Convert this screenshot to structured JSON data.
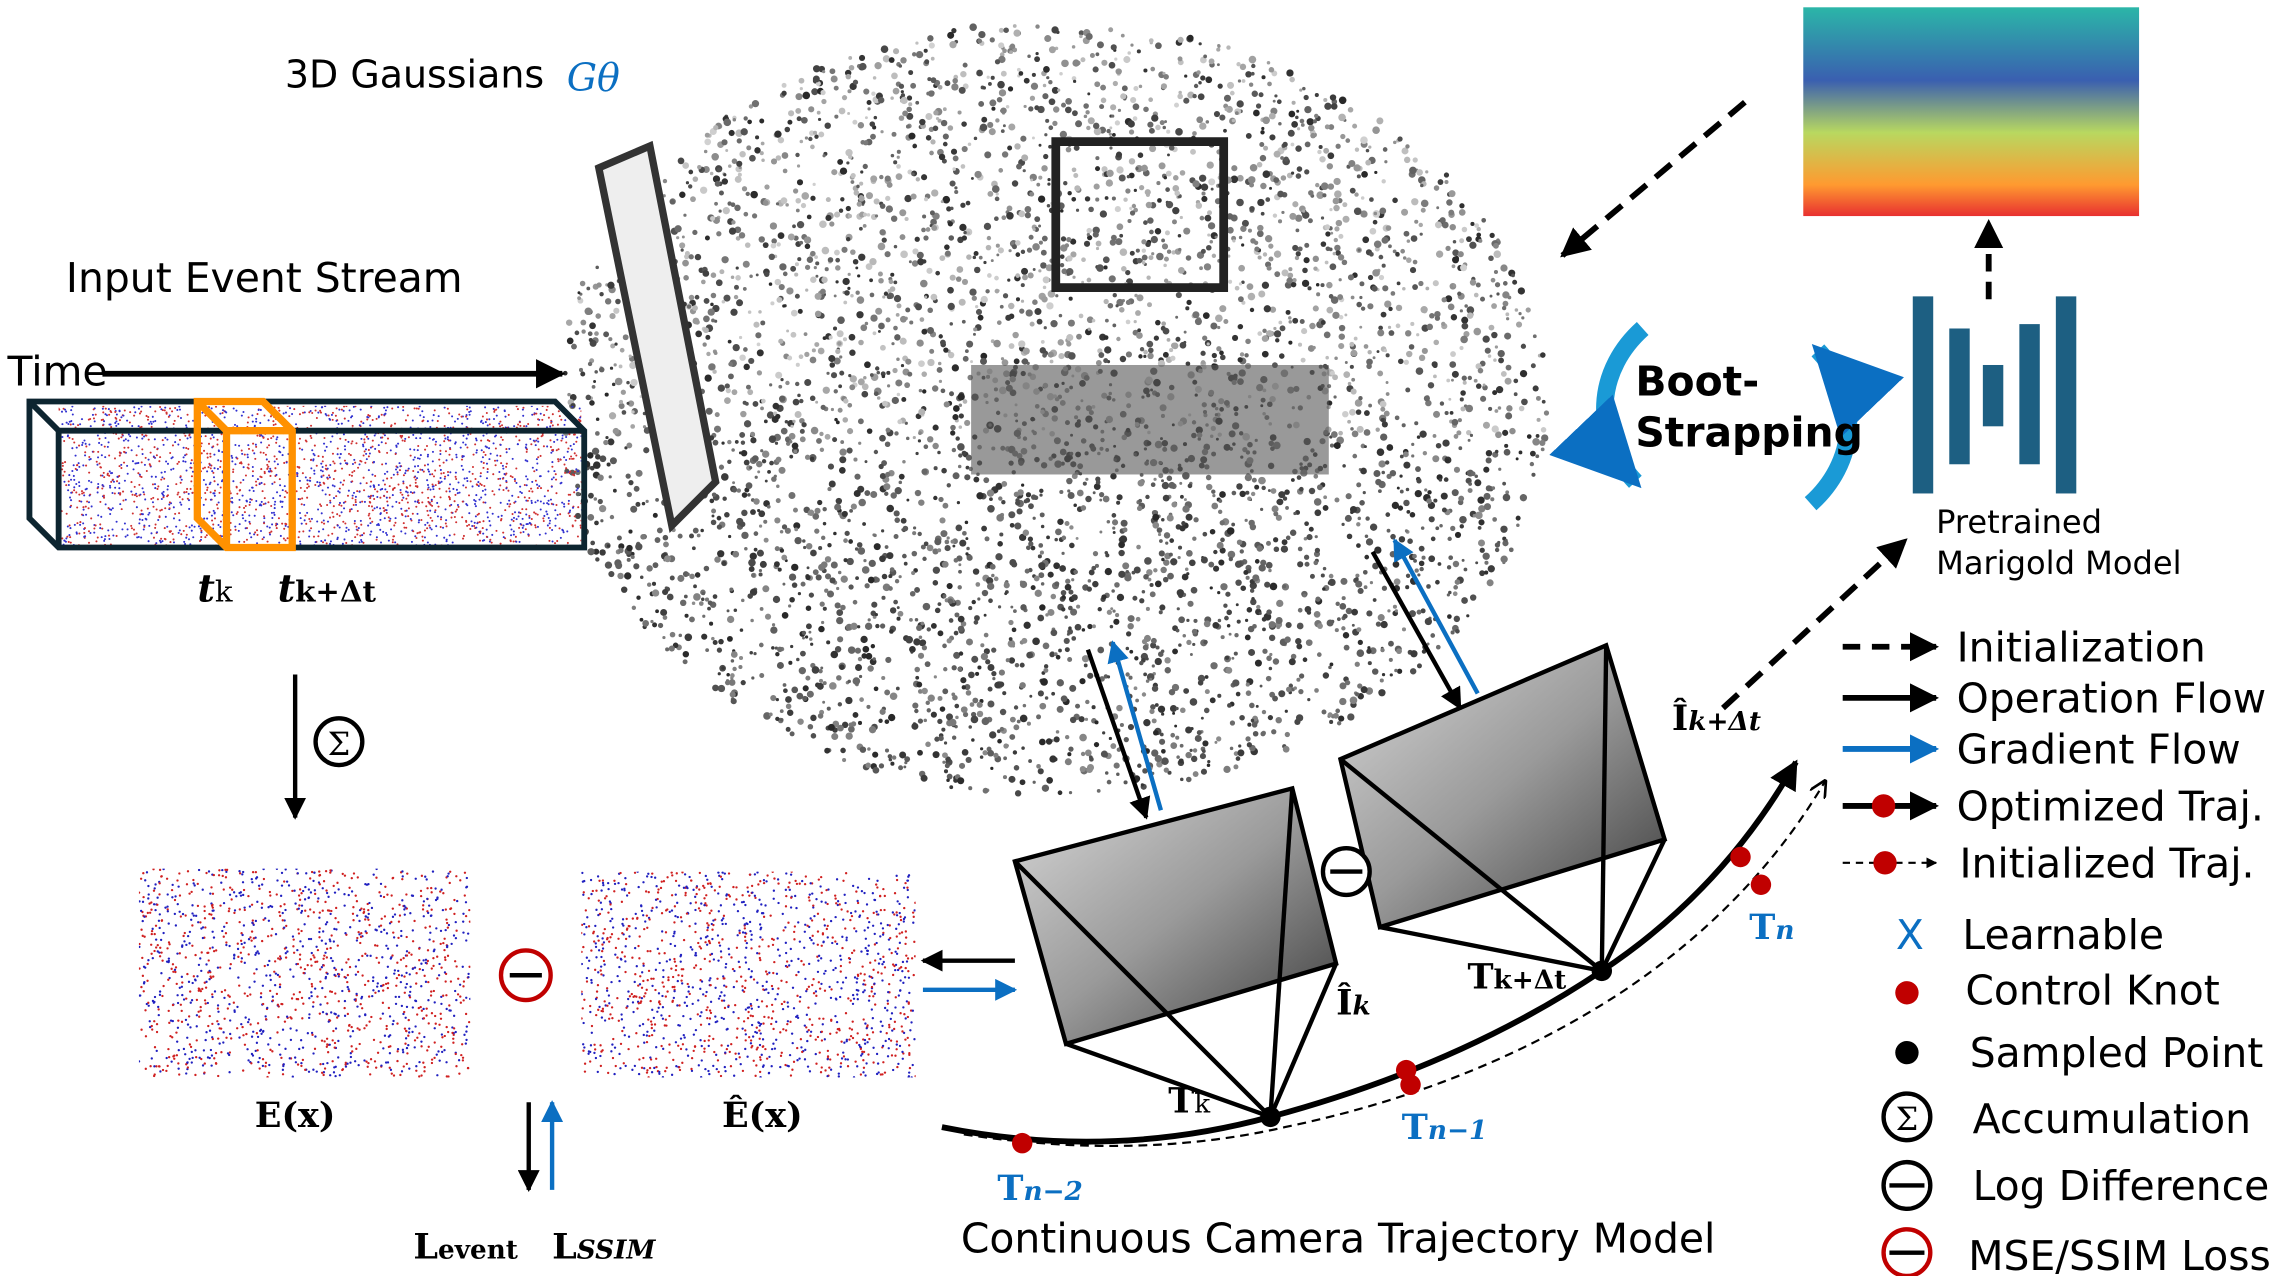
{
  "labels": {
    "gaussians": "3D Gaussians",
    "gaussians_symbol": "Gθ",
    "input_stream": "Input Event Stream",
    "time": "Time",
    "t_k": "t",
    "t_k_sub": "k",
    "t_kdt": "t",
    "t_kdt_sub": "k+Δt",
    "sigma": "Σ",
    "e_x": "E(x)",
    "e_hat_x": "Ê(x)",
    "l_event": "L",
    "l_event_sub": "event",
    "l_ssim": "L",
    "l_ssim_sub": "SSIM",
    "i_hat_k": "Î",
    "i_hat_k_sub": "k",
    "i_hat_kdt": "Î",
    "i_hat_kdt_sub": "k+Δt",
    "T_k": "T",
    "T_k_sub": "k",
    "T_kdt": "T",
    "T_kdt_sub": "k+Δt",
    "T_n2": "T",
    "T_n2_sub": "n−2",
    "T_n1": "T",
    "T_n1_sub": "n−1",
    "T_n": "T",
    "T_n_sub": "n",
    "trajectory_model": "Continuous Camera Trajectory Model",
    "boot_line1": "Boot-",
    "boot_line2": "Strapping",
    "marigold_line1": "Pretrained",
    "marigold_line2": "Marigold Model"
  },
  "legend": {
    "arrows": [
      {
        "icon": "dashed-arrow",
        "label": "Initialization"
      },
      {
        "icon": "solid-arrow",
        "label": "Operation Flow"
      },
      {
        "icon": "blue-arrow",
        "label": "Gradient Flow"
      },
      {
        "icon": "knot-solid-arrow",
        "label": "Optimized Traj."
      },
      {
        "icon": "knot-dashed-arrow",
        "label": "Initialized Traj."
      }
    ],
    "symbols": [
      {
        "icon": "x-icon",
        "glyph": "X",
        "label": "Learnable"
      },
      {
        "icon": "red-dot-icon",
        "label": "Control Knot"
      },
      {
        "icon": "black-dot-icon",
        "label": "Sampled Point"
      },
      {
        "icon": "sigma-circle-icon",
        "glyph": "Σ",
        "label": "Accumulation"
      },
      {
        "icon": "minus-circle-icon",
        "label": "Log Difference"
      },
      {
        "icon": "red-minus-circle-icon",
        "label": "MSE/SSIM Loss"
      }
    ]
  },
  "colors": {
    "gradient_blue": "#0b6fc2",
    "knot_red": "#c00000",
    "slice_orange": "#ff9100",
    "network_blue": "#1d5f82",
    "bootstrap_blue": "#1a9ad6"
  }
}
